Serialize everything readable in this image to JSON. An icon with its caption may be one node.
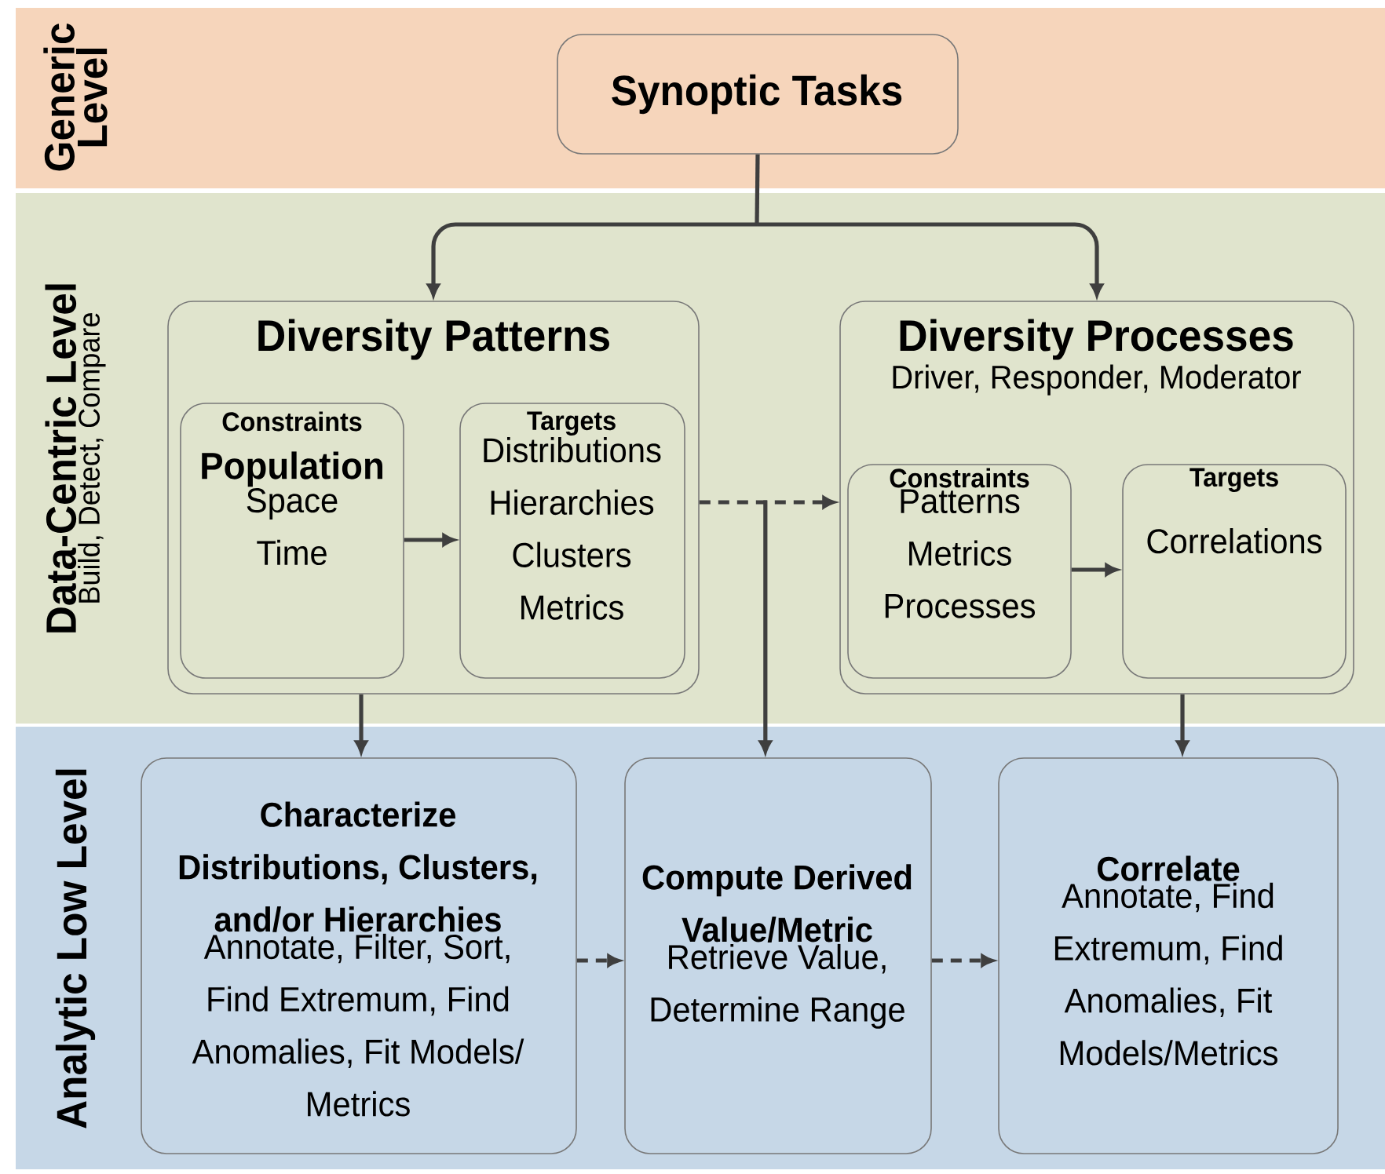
{
  "diagram": {
    "nodes": [
      {
        "text": [
          "Generic Level"
        ]
      },
      {
        "text": [
          "Synoptic Tasks"
        ],
        "in": 0
      },
      {
        "text": [
          "Data-Centric Level",
          "Build, Detect, Compare"
        ]
      },
      {
        "text": [
          "Diversity Patterns"
        ],
        "in": 2
      },
      {
        "text": [
          "Constraints",
          "Population",
          "Space Time"
        ],
        "in": 3
      },
      {
        "text": [
          "Targets",
          "Distributions Hierarchies Clusters Metrics"
        ],
        "in": 3
      },
      {
        "text": [
          "Diversity Processes",
          "Driver, Responder, Moderator"
        ],
        "in": 2
      },
      {
        "text": [
          "Constraints",
          "Patterns Metrics Processes"
        ],
        "in": 6
      },
      {
        "text": [
          "Targets",
          "Correlations"
        ],
        "in": 6
      },
      {
        "text": [
          "Analytic Low Level"
        ]
      },
      {
        "text": [
          "Characterize Distributions, Clusters, and/or Hierarchies",
          "Annotate, Filter, Sort, Find Extremum, Find Anomalies, Fit Models/ Metrics"
        ],
        "in": 9
      },
      {
        "text": [
          "Compute Derived Value/Metric",
          "Retrieve Value, Determine Range"
        ],
        "in": 9
      },
      {
        "text": [
          "Correlate",
          "Annotate, Find Extremum, Find Anomalies, Fit Models/Metrics"
        ],
        "in": 9
      }
    ],
    "edges": [
      {
        "from": 1,
        "to": 3,
        "arrow": "to"
      },
      {
        "from": 1,
        "to": 6,
        "arrow": "to"
      },
      {
        "from": 4,
        "to": 5,
        "arrow": "to"
      },
      {
        "from": 7,
        "to": 8,
        "arrow": "to"
      },
      {
        "from": 3,
        "to": 6,
        "arrow": "to",
        "style": "dashed"
      },
      {
        "from": 3,
        "to": 11,
        "arrow": "to"
      },
      {
        "from": 3,
        "to": 10,
        "arrow": "to"
      },
      {
        "from": 6,
        "to": 12,
        "arrow": "to"
      },
      {
        "from": 10,
        "to": 11,
        "arrow": "to",
        "style": "dashed"
      },
      {
        "from": 11,
        "to": 12,
        "arrow": "to",
        "style": "dashed"
      }
    ]
  }
}
